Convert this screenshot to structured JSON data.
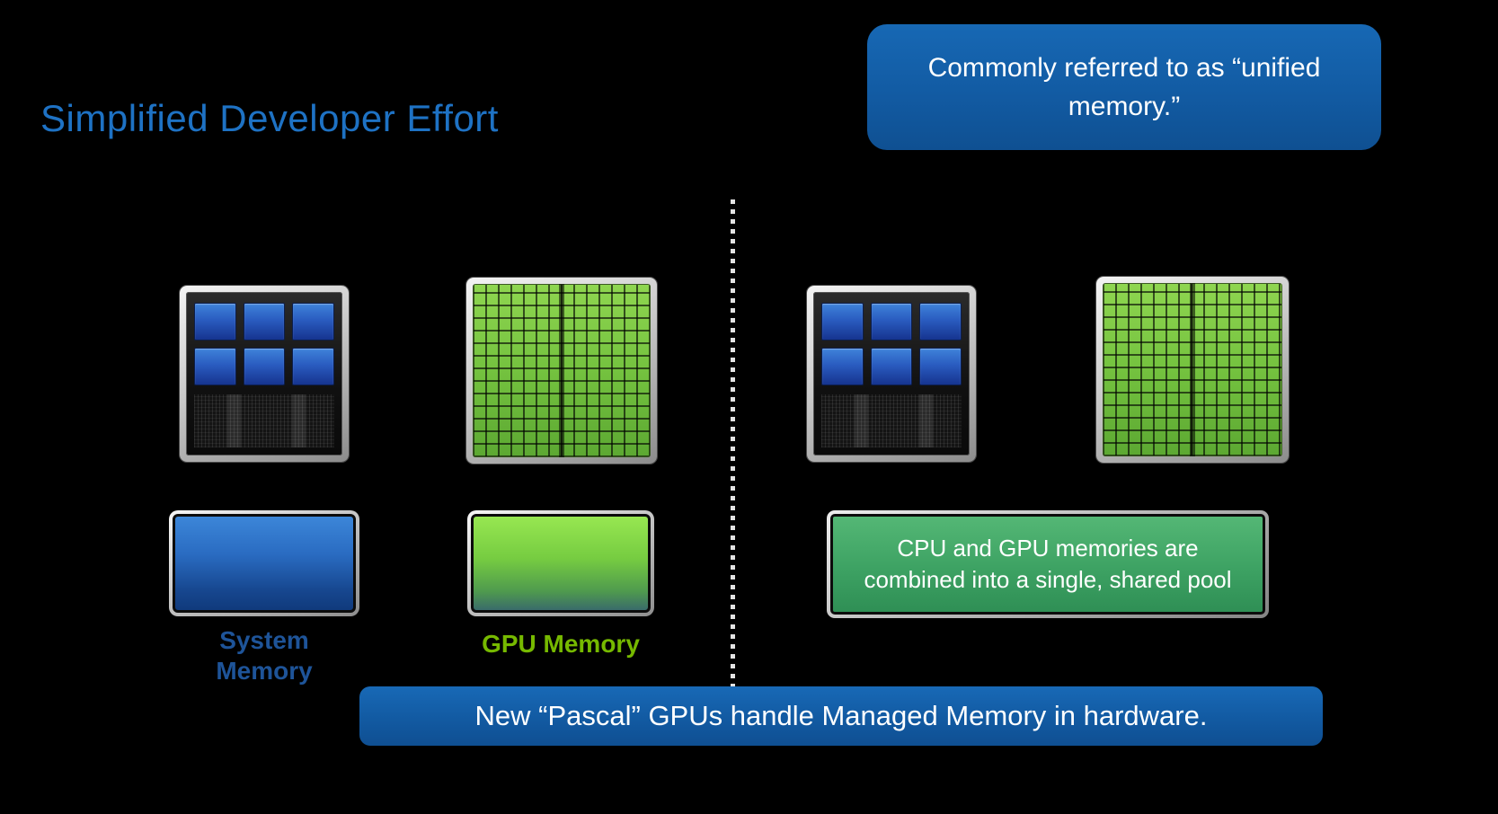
{
  "slide": {
    "title": "Simplified Developer Effort",
    "callout": "Commonly referred to as “unified memory.”",
    "banner": "New “Pascal” GPUs handle Managed Memory in hardware.",
    "labels": {
      "system_memory": "System Memory",
      "gpu_memory": "GPU Memory"
    },
    "pool": {
      "lines": [
        "CPU and GPU memories are",
        "combined into a single, shared pool"
      ]
    },
    "colors": {
      "background": "#000000",
      "title_blue": "#1E72C4",
      "callout_blue": "#125BA3",
      "banner_blue": "#125BA3",
      "system_memory_label": "#1E5499",
      "nvidia_green": "#76B900",
      "cpu_core_blue": "#2A5CC0",
      "gpu_cell_green": "#74C23F",
      "pool_green": "#3DA263"
    }
  }
}
